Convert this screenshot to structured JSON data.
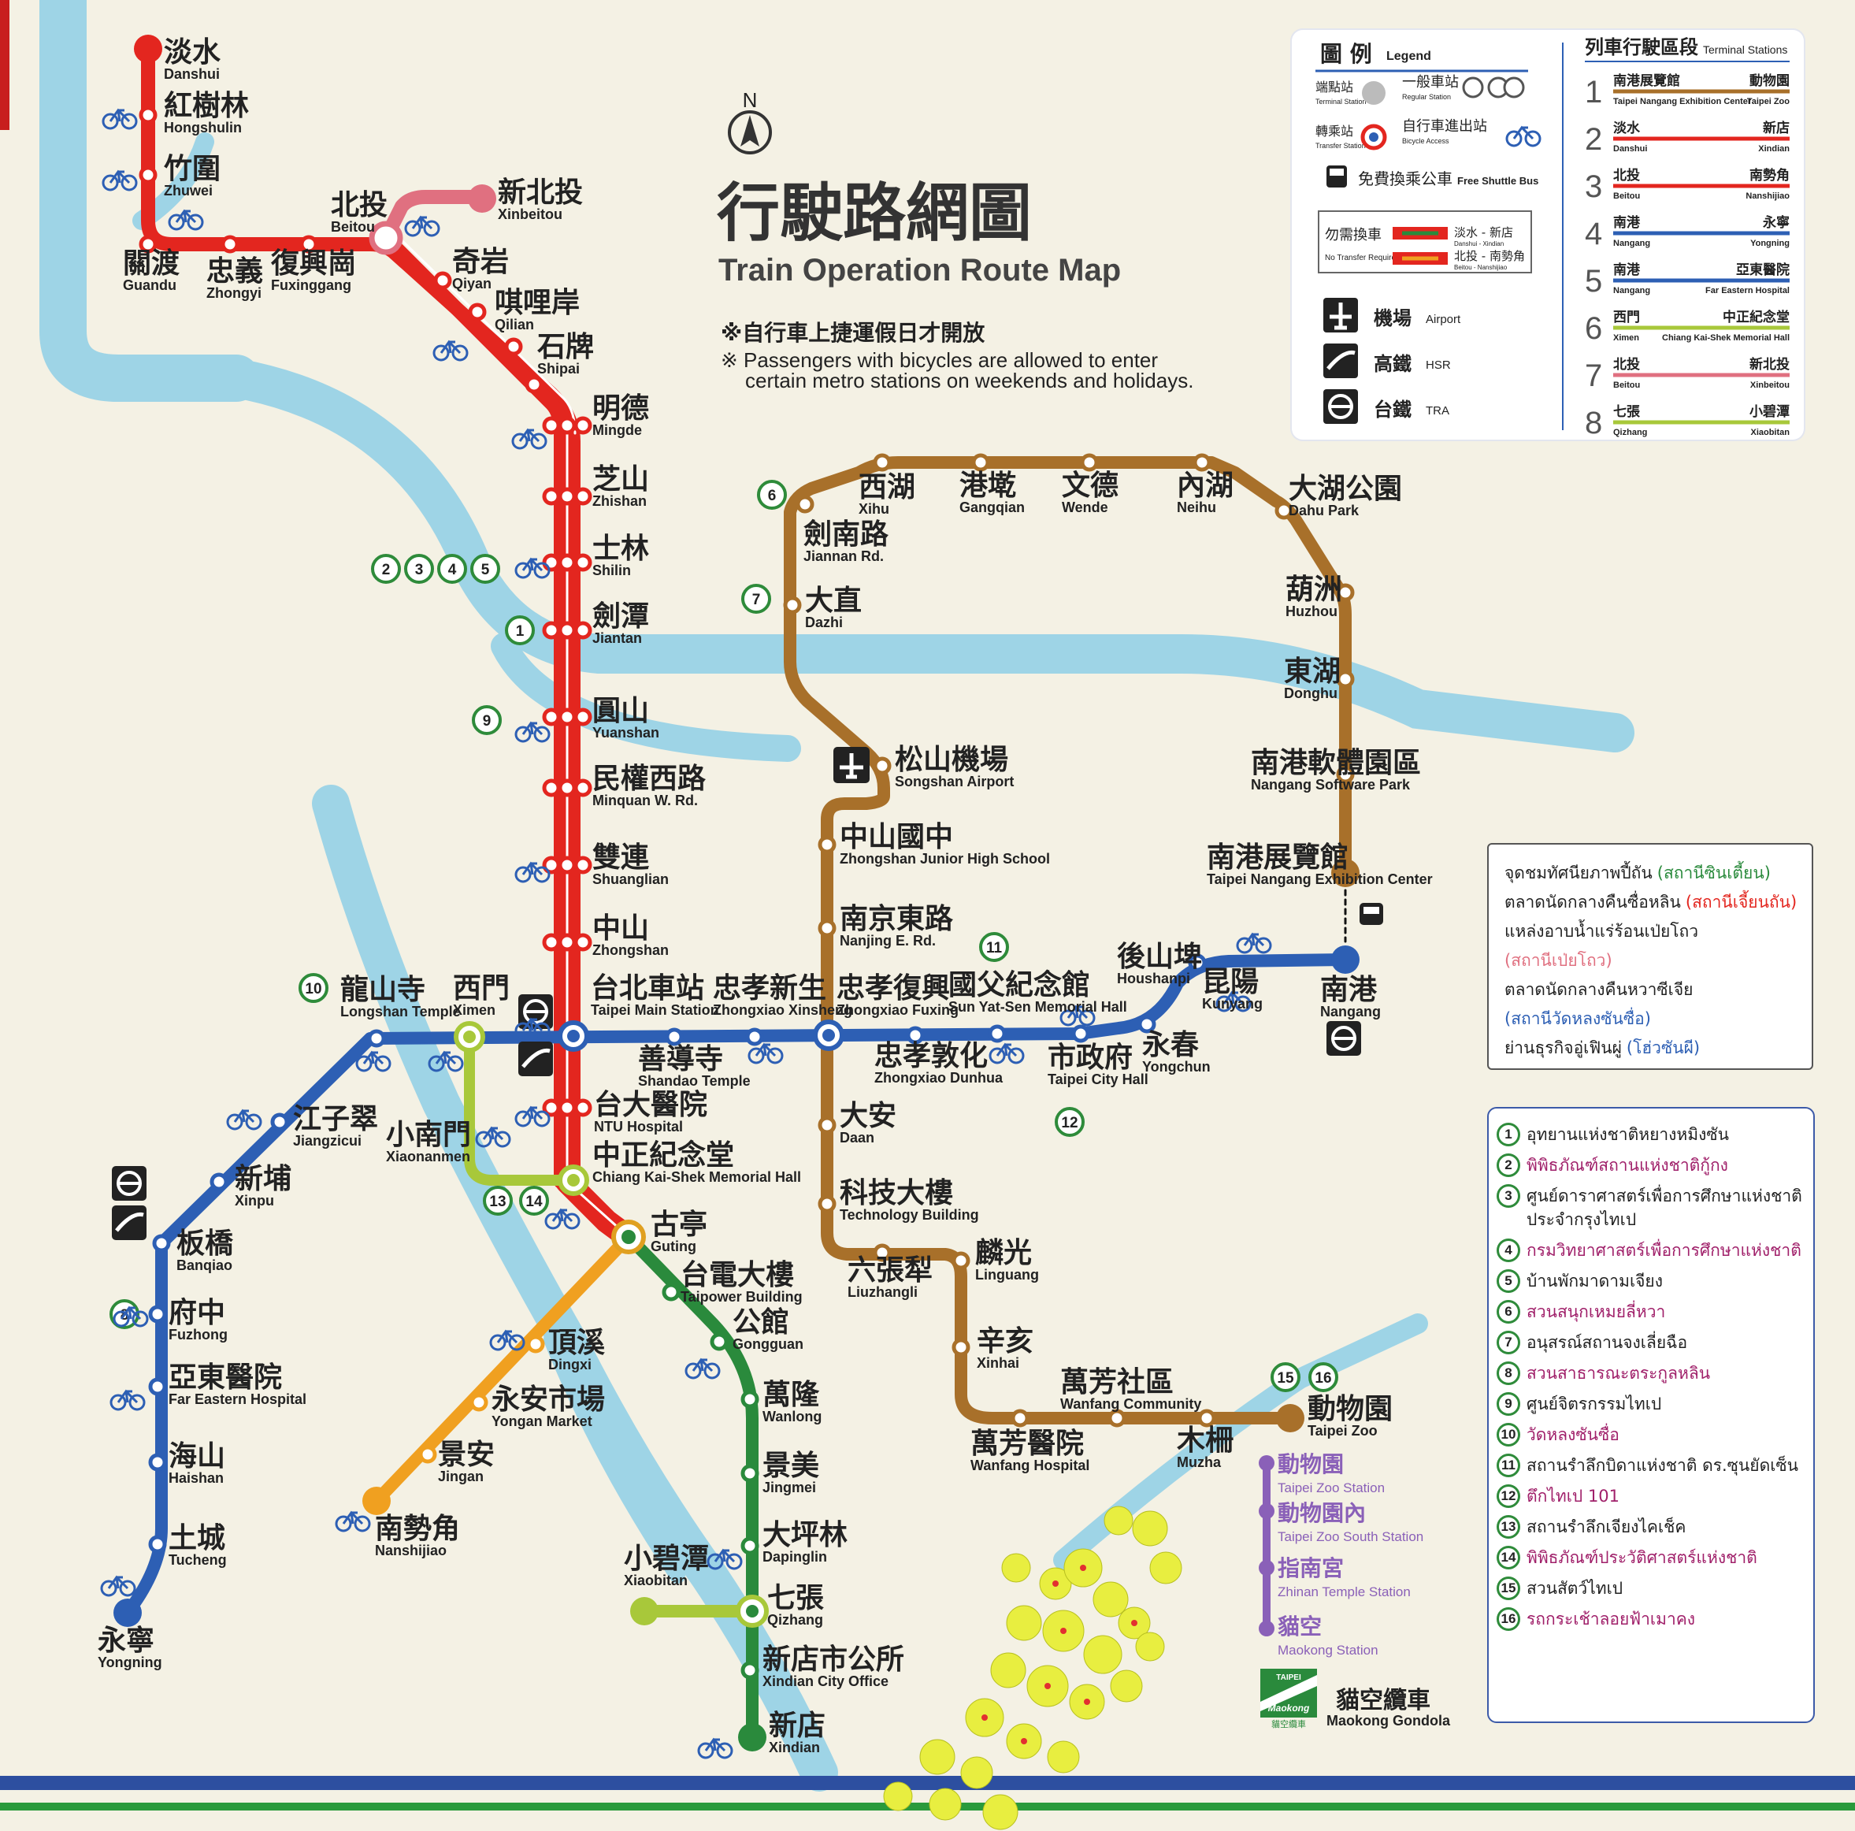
{
  "title": {
    "zh": "行駛路網圖",
    "en": "Train Operation Route Map"
  },
  "north_label": "N",
  "bike_note": {
    "zh": "※自行車上捷運假日才開放",
    "en1": "※ Passengers with bicycles are allowed to enter",
    "en2": "certain metro stations on weekends and holidays."
  },
  "colors": {
    "red": "#e3261f",
    "brown": "#a8702a",
    "blue": "#2d5fb4",
    "green": "#2a8a3c",
    "orange": "#f0a020",
    "lime": "#a8c83a",
    "pink": "#e07080",
    "purple": "#8a60b8",
    "river": "#9ed4e6",
    "background": "#f4f1e4"
  },
  "legend": {
    "title_zh": "圖 例",
    "title_en": "Legend",
    "terminal_zh": "端點站",
    "terminal_en": "Terminal Station",
    "regular_zh": "一般車站",
    "regular_en": "Regular Station",
    "transfer_zh": "轉乘站",
    "transfer_en": "Transfer Station",
    "bike_zh": "自行車進出站",
    "bike_en": "Bicycle Access",
    "bus_zh": "免費換乘公車",
    "bus_en": "Free Shuttle Bus",
    "notransfer_zh": "勿需換車",
    "notransfer_en": "No Transfer Required",
    "nt1_zh": "淡水 - 新店",
    "nt1_en": "Danshui - Xindian",
    "nt2_zh": "北投 - 南勢角",
    "nt2_en": "Beitou - Nanshijiao",
    "airport_zh": "機場",
    "airport_en": "Airport",
    "hsr_zh": "高鐵",
    "hsr_en": "HSR",
    "tra_zh": "台鐵",
    "tra_en": "TRA"
  },
  "segments_title": {
    "zh": "列車行駛區段",
    "en": "Terminal Stations"
  },
  "segments": [
    {
      "num": "1",
      "from_zh": "南港展覽館",
      "from_en": "Taipei Nangang Exhibition Center",
      "to_zh": "動物園",
      "to_en": "Taipei Zoo",
      "color": "#a8702a"
    },
    {
      "num": "2",
      "from_zh": "淡水",
      "from_en": "Danshui",
      "to_zh": "新店",
      "to_en": "Xindian",
      "color": "#e3261f"
    },
    {
      "num": "3",
      "from_zh": "北投",
      "from_en": "Beitou",
      "to_zh": "南勢角",
      "to_en": "Nanshijiao",
      "color": "#e3261f"
    },
    {
      "num": "4",
      "from_zh": "南港",
      "from_en": "Nangang",
      "to_zh": "永寧",
      "to_en": "Yongning",
      "color": "#2d5fb4"
    },
    {
      "num": "5",
      "from_zh": "南港",
      "from_en": "Nangang",
      "to_zh": "亞東醫院",
      "to_en": "Far Eastern Hospital",
      "color": "#2d5fb4"
    },
    {
      "num": "6",
      "from_zh": "西門",
      "from_en": "Ximen",
      "to_zh": "中正紀念堂",
      "to_en": "Chiang Kai-Shek Memorial Hall",
      "color": "#a8c83a"
    },
    {
      "num": "7",
      "from_zh": "北投",
      "from_en": "Beitou",
      "to_zh": "新北投",
      "to_en": "Xinbeitou",
      "color": "#e07080"
    },
    {
      "num": "8",
      "from_zh": "七張",
      "from_en": "Qizhang",
      "to_zh": "小碧潭",
      "to_en": "Xiaobitan",
      "color": "#a8c83a"
    }
  ],
  "stations": {
    "red": [
      {
        "zh": "淡水",
        "en": "Danshui"
      },
      {
        "zh": "紅樹林",
        "en": "Hongshulin"
      },
      {
        "zh": "竹圍",
        "en": "Zhuwei"
      },
      {
        "zh": "關渡",
        "en": "Guandu"
      },
      {
        "zh": "忠義",
        "en": "Zhongyi"
      },
      {
        "zh": "復興崗",
        "en": "Fuxinggang"
      },
      {
        "zh": "北投",
        "en": "Beitou"
      },
      {
        "zh": "新北投",
        "en": "Xinbeitou"
      },
      {
        "zh": "奇岩",
        "en": "Qiyan"
      },
      {
        "zh": "唭哩岸",
        "en": "Qilian"
      },
      {
        "zh": "石牌",
        "en": "Shipai"
      },
      {
        "zh": "明德",
        "en": "Mingde"
      },
      {
        "zh": "芝山",
        "en": "Zhishan"
      },
      {
        "zh": "士林",
        "en": "Shilin"
      },
      {
        "zh": "劍潭",
        "en": "Jiantan"
      },
      {
        "zh": "圓山",
        "en": "Yuanshan"
      },
      {
        "zh": "民權西路",
        "en": "Minquan W. Rd."
      },
      {
        "zh": "雙連",
        "en": "Shuanglian"
      },
      {
        "zh": "中山",
        "en": "Zhongshan"
      },
      {
        "zh": "台北車站",
        "en": "Taipei Main Station"
      },
      {
        "zh": "台大醫院",
        "en": "NTU Hospital"
      },
      {
        "zh": "中正紀念堂",
        "en": "Chiang Kai-Shek Memorial Hall"
      }
    ],
    "brown": [
      {
        "zh": "劍南路",
        "en": "Jiannan Rd."
      },
      {
        "zh": "西湖",
        "en": "Xihu"
      },
      {
        "zh": "港墘",
        "en": "Gangqian"
      },
      {
        "zh": "文德",
        "en": "Wende"
      },
      {
        "zh": "內湖",
        "en": "Neihu"
      },
      {
        "zh": "大湖公園",
        "en": "Dahu Park"
      },
      {
        "zh": "葫洲",
        "en": "Huzhou"
      },
      {
        "zh": "東湖",
        "en": "Donghu"
      },
      {
        "zh": "南港軟體園區",
        "en": "Nangang Software Park"
      },
      {
        "zh": "南港展覽館",
        "en": "Taipei Nangang Exhibition Center"
      },
      {
        "zh": "大直",
        "en": "Dazhi"
      },
      {
        "zh": "松山機場",
        "en": "Songshan Airport"
      },
      {
        "zh": "中山國中",
        "en": "Zhongshan Junior High School"
      },
      {
        "zh": "南京東路",
        "en": "Nanjing E. Rd."
      },
      {
        "zh": "忠孝復興",
        "en": "Zhongxiao Fuxing"
      },
      {
        "zh": "大安",
        "en": "Daan"
      },
      {
        "zh": "科技大樓",
        "en": "Technology Building"
      },
      {
        "zh": "六張犁",
        "en": "Liuzhangli"
      },
      {
        "zh": "麟光",
        "en": "Linguang"
      },
      {
        "zh": "辛亥",
        "en": "Xinhai"
      },
      {
        "zh": "萬芳醫院",
        "en": "Wanfang Hospital"
      },
      {
        "zh": "萬芳社區",
        "en": "Wanfang Community"
      },
      {
        "zh": "木柵",
        "en": "Muzha"
      },
      {
        "zh": "動物園",
        "en": "Taipei Zoo"
      }
    ],
    "blue": [
      {
        "zh": "南港",
        "en": "Nangang"
      },
      {
        "zh": "昆陽",
        "en": "Kunyang"
      },
      {
        "zh": "後山埤",
        "en": "Houshanpi"
      },
      {
        "zh": "永春",
        "en": "Yongchun"
      },
      {
        "zh": "市政府",
        "en": "Taipei City Hall"
      },
      {
        "zh": "國父紀念館",
        "en": "Sun Yat-Sen Memorial Hall"
      },
      {
        "zh": "忠孝敦化",
        "en": "Zhongxiao Dunhua"
      },
      {
        "zh": "忠孝新生",
        "en": "Zhongxiao Xinsheng"
      },
      {
        "zh": "善導寺",
        "en": "Shandao Temple"
      },
      {
        "zh": "西門",
        "en": "Ximen"
      },
      {
        "zh": "龍山寺",
        "en": "Longshan Temple"
      },
      {
        "zh": "江子翠",
        "en": "Jiangzicui"
      },
      {
        "zh": "新埔",
        "en": "Xinpu"
      },
      {
        "zh": "板橋",
        "en": "Banqiao"
      },
      {
        "zh": "府中",
        "en": "Fuzhong"
      },
      {
        "zh": "亞東醫院",
        "en": "Far Eastern Hospital"
      },
      {
        "zh": "海山",
        "en": "Haishan"
      },
      {
        "zh": "土城",
        "en": "Tucheng"
      },
      {
        "zh": "永寧",
        "en": "Yongning"
      }
    ],
    "green": [
      {
        "zh": "古亭",
        "en": "Guting"
      },
      {
        "zh": "台電大樓",
        "en": "Taipower Building"
      },
      {
        "zh": "公館",
        "en": "Gongguan"
      },
      {
        "zh": "萬隆",
        "en": "Wanlong"
      },
      {
        "zh": "景美",
        "en": "Jingmei"
      },
      {
        "zh": "大坪林",
        "en": "Dapinglin"
      },
      {
        "zh": "七張",
        "en": "Qizhang"
      },
      {
        "zh": "新店市公所",
        "en": "Xindian City Office"
      },
      {
        "zh": "新店",
        "en": "Xindian"
      },
      {
        "zh": "小碧潭",
        "en": "Xiaobitan"
      }
    ],
    "orange": [
      {
        "zh": "頂溪",
        "en": "Dingxi"
      },
      {
        "zh": "永安市場",
        "en": "Yongan Market"
      },
      {
        "zh": "景安",
        "en": "Jingan"
      },
      {
        "zh": "南勢角",
        "en": "Nanshijiao"
      }
    ],
    "lime": [
      {
        "zh": "小南門",
        "en": "Xiaonanmen"
      }
    ],
    "gondola": [
      {
        "zh": "動物園",
        "en": "Taipei Zoo Station"
      },
      {
        "zh": "動物園內",
        "en": "Taipei Zoo South Station"
      },
      {
        "zh": "指南宮",
        "en": "Zhinan Temple Station"
      },
      {
        "zh": "貓空",
        "en": "Maokong Station"
      }
    ]
  },
  "gondola_label": {
    "zh": "貓空纜車",
    "en": "Maokong Gondola",
    "logo1": "TAIPEI",
    "logo2": "Maokong",
    "logo3": "貓空纜車"
  },
  "map_markers": [
    "1",
    "2",
    "3",
    "4",
    "5",
    "6",
    "7",
    "8",
    "9",
    "10",
    "11",
    "12",
    "13",
    "14",
    "15",
    "16"
  ],
  "thai_box": [
    {
      "text": "จุดชมทัศนียภาพปี้ถัน",
      "hl": "(สถานีซินเตี้ยน)",
      "hlcolor": "#2a8a3c"
    },
    {
      "text": "ตลาดนัดกลางคืนซื่อหลิน",
      "hl": "(สถานีเจี้ยนถัน)",
      "hlcolor": "#e3261f"
    },
    {
      "text": "แหล่งอาบน้ำแร่ร้อนเป่ยโถว",
      "hl": "",
      "hlcolor": ""
    },
    {
      "text": "",
      "hl": "(สถานีเป่ยโถว)",
      "hlcolor": "#e07080"
    },
    {
      "text": "ตลาดนัดกลางคืนหวาซีเจีย",
      "hl": "",
      "hlcolor": ""
    },
    {
      "text": "",
      "hl": "(สถานีวัดหลงซันซื่อ)",
      "hlcolor": "#2d5fb4"
    },
    {
      "text": "ย่านธุรกิจอู่เฟินผู่",
      "hl": "(โฮ่วซันผี)",
      "hlcolor": "#2d5fb4"
    }
  ],
  "poi_list": [
    {
      "num": "1",
      "text": "อุทยานแห่งชาติหยางหมิงซัน",
      "color": "#222"
    },
    {
      "num": "2",
      "text": "พิพิธภัณฑ์สถานแห่งชาติกู้กง",
      "color": "#a0206a"
    },
    {
      "num": "3",
      "text": "ศูนย์ดาราศาสตร์เพื่อการศึกษาแห่งชาติ ประจำกรุงไทเป",
      "color": "#222"
    },
    {
      "num": "4",
      "text": "กรมวิทยาศาสตร์เพื่อการศึกษาแห่งชาติ",
      "color": "#a0206a"
    },
    {
      "num": "5",
      "text": "บ้านพักมาดามเจียง",
      "color": "#222"
    },
    {
      "num": "6",
      "text": "สวนสนุกเหมยลี่หวา",
      "color": "#a0206a"
    },
    {
      "num": "7",
      "text": "อนุสรณ์สถานจงเลี่ยฉือ",
      "color": "#222"
    },
    {
      "num": "8",
      "text": "สวนสาธารณะตระกูลหลิน",
      "color": "#a0206a"
    },
    {
      "num": "9",
      "text": "ศูนย์จิตรกรรมไทเป",
      "color": "#222"
    },
    {
      "num": "10",
      "text": "วัดหลงซันซื่อ",
      "color": "#a0206a"
    },
    {
      "num": "11",
      "text": "สถานรำลึกบิดาแห่งชาติ ดร.ซุนยัดเซ็น",
      "color": "#222"
    },
    {
      "num": "12",
      "text": "ตึกไทเป 101",
      "color": "#a0206a"
    },
    {
      "num": "13",
      "text": "สถานรำลึกเจียงไคเช็ค",
      "color": "#222"
    },
    {
      "num": "14",
      "text": "พิพิธภัณฑ์ประวัติศาสตร์แห่งชาติ",
      "color": "#a0206a"
    },
    {
      "num": "15",
      "text": "สวนสัตว์ไทเป",
      "color": "#222"
    },
    {
      "num": "16",
      "text": "รถกระเช้าลอยฟ้าเมาคง",
      "color": "#a0206a"
    }
  ]
}
